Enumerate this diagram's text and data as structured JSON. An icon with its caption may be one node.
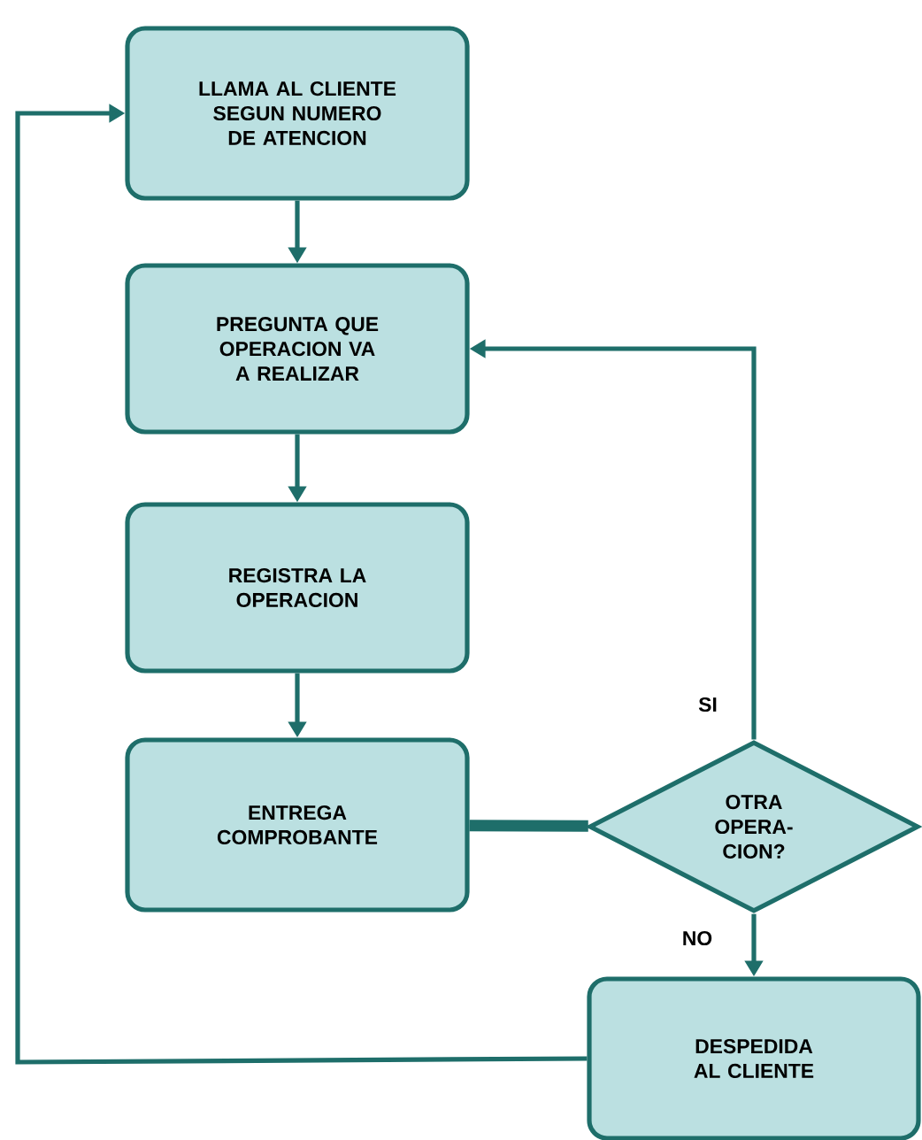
{
  "diagram": {
    "nodes": [
      {
        "text": [
          "LLAMA AL CLIENTE SEGUN NUMERO DE ATENCION"
        ]
      },
      {
        "text": [
          "PREGUNTA QUE OPERACION VA A REALIZAR"
        ]
      },
      {
        "text": [
          "REGISTRA LA OPERACION"
        ]
      },
      {
        "text": [
          "ENTREGA COMPROBANTE"
        ]
      },
      {
        "text": [
          "OTRA OPERA- CION?"
        ]
      },
      {
        "text": [
          "DESPEDIDA AL CLIENTE"
        ]
      }
    ],
    "edges": [
      {
        "from": 0,
        "to": 1,
        "arrow": "to"
      },
      {
        "from": 1,
        "to": 2,
        "arrow": "to"
      },
      {
        "from": 2,
        "to": 3,
        "arrow": "to"
      },
      {
        "from": 3,
        "to": 4,
        "arrow": "none",
        "style": "thick"
      },
      {
        "from": 4,
        "to": 1,
        "arrow": "to",
        "label": "SI"
      },
      {
        "from": 4,
        "to": 5,
        "arrow": "to",
        "label": "NO"
      },
      {
        "from": 5,
        "to": 0,
        "arrow": "to"
      }
    ]
  }
}
